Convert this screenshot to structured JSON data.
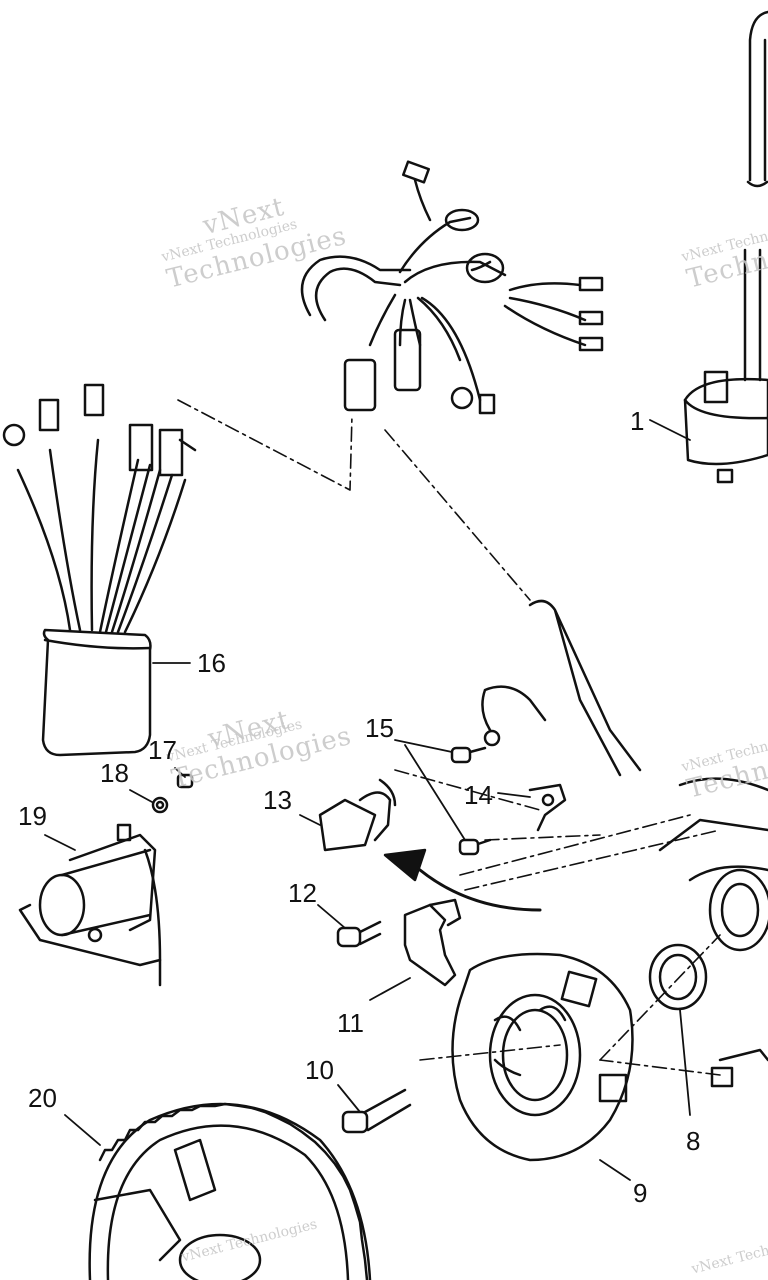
{
  "callouts": [
    {
      "id": "c1",
      "label": "1"
    },
    {
      "id": "c8",
      "label": "8"
    },
    {
      "id": "c9",
      "label": "9"
    },
    {
      "id": "c10",
      "label": "10"
    },
    {
      "id": "c11",
      "label": "11"
    },
    {
      "id": "c12",
      "label": "12"
    },
    {
      "id": "c13",
      "label": "13"
    },
    {
      "id": "c14",
      "label": "14"
    },
    {
      "id": "c15",
      "label": "15"
    },
    {
      "id": "c16",
      "label": "16"
    },
    {
      "id": "c17",
      "label": "17"
    },
    {
      "id": "c18",
      "label": "18"
    },
    {
      "id": "c19",
      "label": "19"
    },
    {
      "id": "c20",
      "label": "20"
    }
  ],
  "watermark": {
    "line1": "vNext Technologies",
    "line2": "vNext",
    "line3": "Technologies"
  }
}
